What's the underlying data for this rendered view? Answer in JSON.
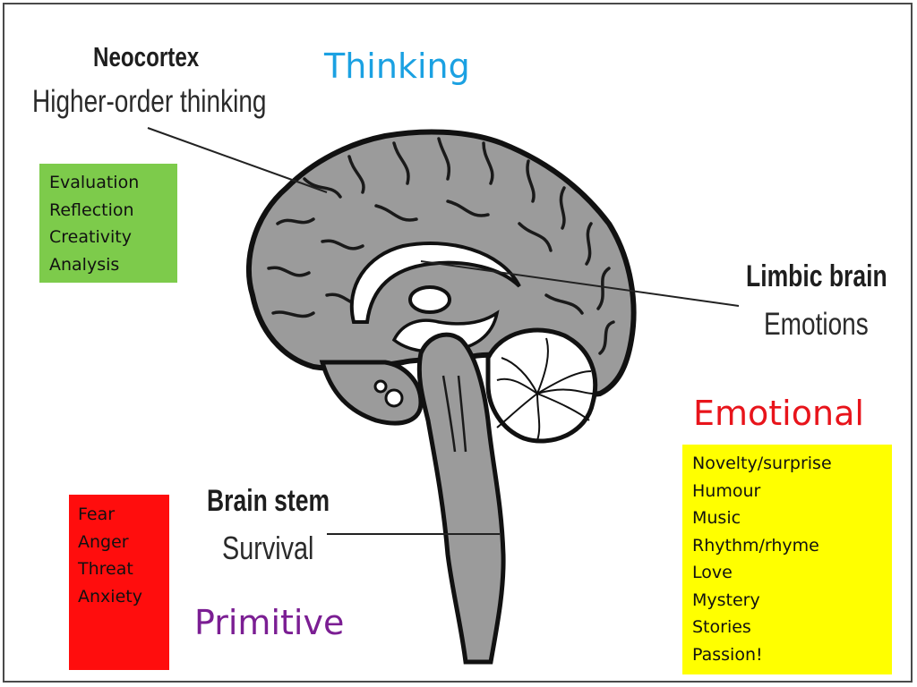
{
  "labels": {
    "neocortex": {
      "title": "Neocortex",
      "subtitle": "Higher-order thinking"
    },
    "limbic": {
      "title": "Limbic brain",
      "subtitle": "Emotions"
    },
    "brain_stem": {
      "title": "Brain stem",
      "subtitle": "Survival"
    }
  },
  "headings": {
    "thinking": "Thinking",
    "emotional": "Emotional",
    "primitive": "Primitive"
  },
  "boxes": {
    "thinking": {
      "color": "#7dcb4b",
      "items": [
        "Evaluation",
        "Reflection",
        "Creativity",
        "Analysis"
      ]
    },
    "primitive": {
      "color": "#ff0d0d",
      "items": [
        "Fear",
        "Anger",
        "Threat",
        "Anxiety"
      ]
    },
    "emotional": {
      "color": "#ffff00",
      "items": [
        "Novelty/surprise",
        "Humour",
        "Music",
        "Rhythm/rhyme",
        "Love",
        "Mystery",
        "Stories",
        "Passion!"
      ]
    }
  },
  "colors": {
    "thinking_heading": "#1ba1e2",
    "emotional_heading": "#e8141b",
    "primitive_heading": "#7b1e93",
    "brain_gray": "#9b9b9b",
    "outline": "#111111"
  }
}
